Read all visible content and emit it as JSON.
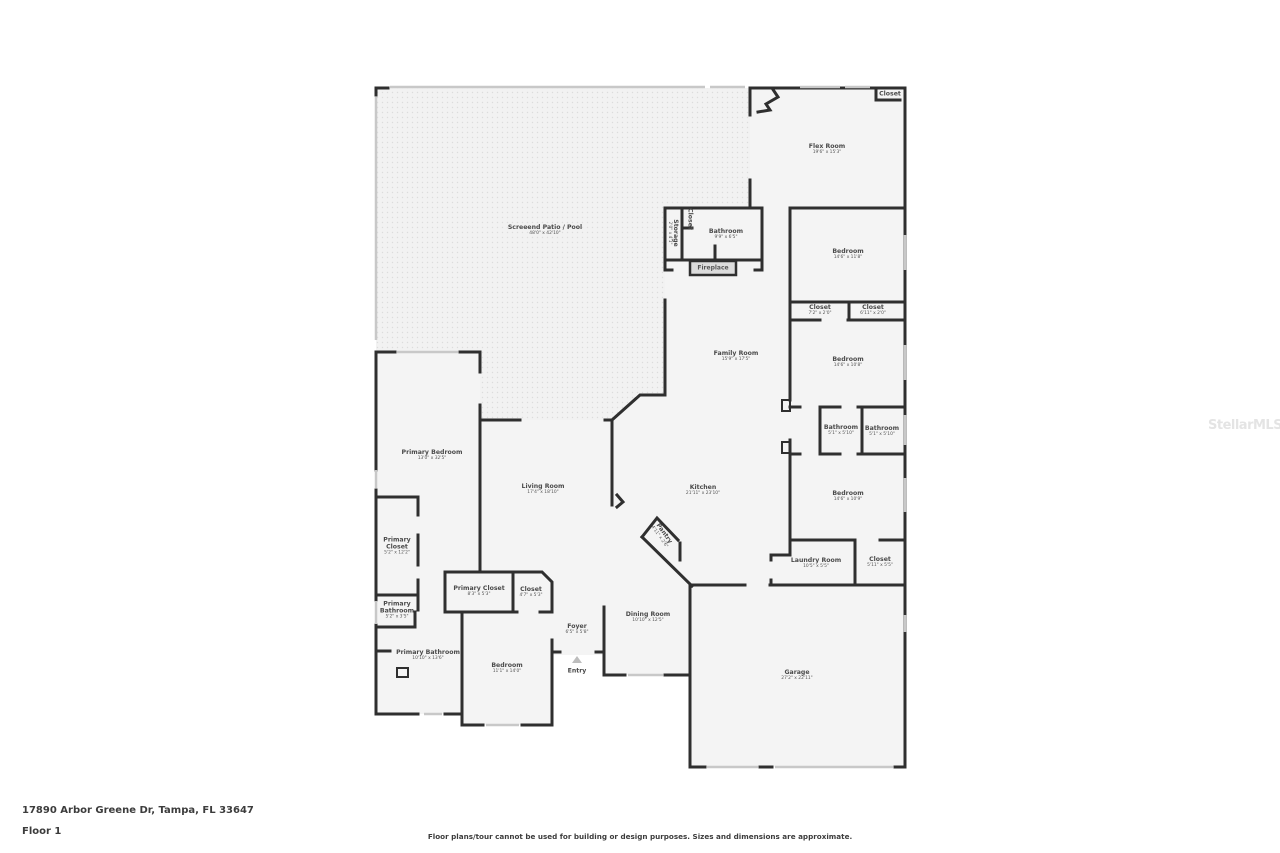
{
  "plan": {
    "address": "17890 Arbor Greene Dr, Tampa, FL 33647",
    "floor": "Floor 1",
    "disclaimer": "Floor plans/tour cannot be used for building or design purposes. Sizes and dimensions are approximate.",
    "watermark": "StellarMLS",
    "entry_label": "Entry",
    "fireplace_label": "Fireplace"
  },
  "colors": {
    "wall": "#2f2f2f",
    "floor": "#f4f4f4",
    "patio": "#efefef",
    "window": "#c8c8c8",
    "text": "#4a4a4a"
  },
  "rooms": {
    "flex_room": {
      "name": "Flex Room",
      "dim": "19'6\" x 15'3\""
    },
    "flex_closet": {
      "name": "Closet",
      "dim": ""
    },
    "patio": {
      "name": "Screeend Patio / Pool",
      "dim": "48'0\" x 42'10\""
    },
    "storage": {
      "name": "Storage",
      "dim": "2'0\" x 4'1\""
    },
    "closet_small": {
      "name": "Closet",
      "dim": ""
    },
    "bathroom_top": {
      "name": "Bathroom",
      "dim": "9'9\" x 6'5\""
    },
    "bedroom_1": {
      "name": "Bedroom",
      "dim": "14'6\" x 11'8\""
    },
    "closet_a": {
      "name": "Closet",
      "dim": "7'2\" x 2'0\""
    },
    "closet_b": {
      "name": "Closet",
      "dim": "6'11\" x 2'0\""
    },
    "family_room": {
      "name": "Family Room",
      "dim": "15'9\" x 17'5\""
    },
    "bedroom_2": {
      "name": "Bedroom",
      "dim": "14'6\" x 10'8\""
    },
    "bathroom_a": {
      "name": "Bathroom",
      "dim": "5'1\" x 5'10\""
    },
    "bathroom_b": {
      "name": "Bathroom",
      "dim": "5'1\" x 5'10\""
    },
    "primary_bedroom": {
      "name": "Primary Bedroom",
      "dim": "13'0\" x 32'5\""
    },
    "living_room": {
      "name": "Living Room",
      "dim": "17'4\" x 18'10\""
    },
    "kitchen": {
      "name": "Kitchen",
      "dim": "21'11\" x 23'10\""
    },
    "bedroom_3": {
      "name": "Bedroom",
      "dim": "14'6\" x 10'9\""
    },
    "pantry": {
      "name": "Pantry",
      "dim": "4'11\" x 2'6\""
    },
    "primary_closet_1": {
      "name": "Primary Closet",
      "dim": "5'2\" x 12'2\""
    },
    "primary_closet_2": {
      "name": "Primary Closet",
      "dim": "8'3\" x 5'3\""
    },
    "closet_c": {
      "name": "Closet",
      "dim": "4'7\" x 5'3\""
    },
    "laundry": {
      "name": "Laundry Room",
      "dim": "10'5\" x 5'5\""
    },
    "closet_d": {
      "name": "Closet",
      "dim": "5'11\" x 5'5\""
    },
    "primary_bathroom_small": {
      "name": "Primary Bathroom",
      "dim": "5'2\" x 3'5\""
    },
    "primary_bathroom": {
      "name": "Primary Bathroom",
      "dim": "10'10\" x 13'6\""
    },
    "bedroom_4": {
      "name": "Bedroom",
      "dim": "11'1\" x 14'0\""
    },
    "foyer": {
      "name": "Foyer",
      "dim": "6'5\" x 5'8\""
    },
    "dining_room": {
      "name": "Dining Room",
      "dim": "10'10\" x 12'5\""
    },
    "garage": {
      "name": "Garage",
      "dim": "27'2\" x 22'11\""
    }
  }
}
